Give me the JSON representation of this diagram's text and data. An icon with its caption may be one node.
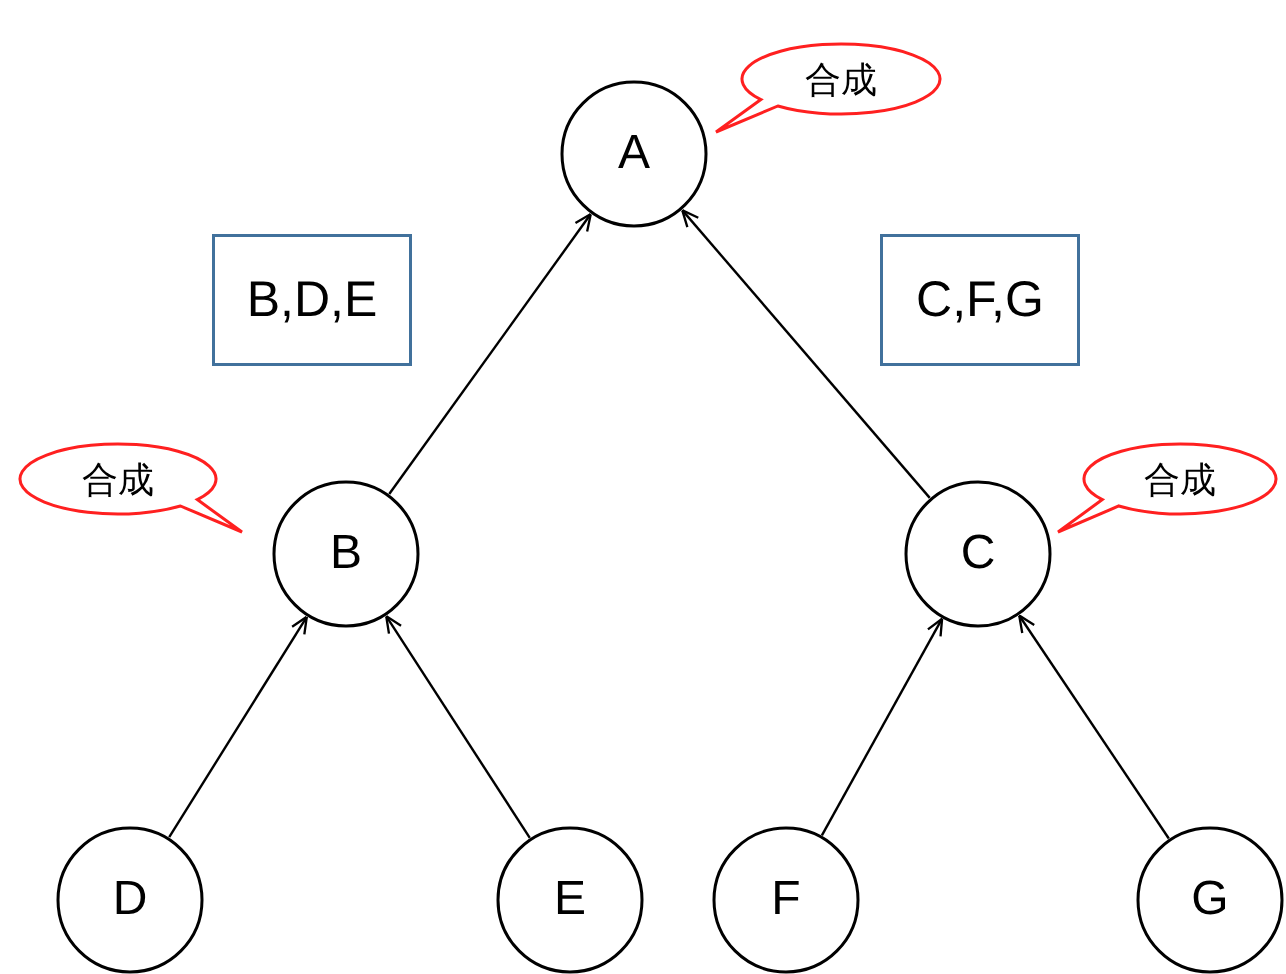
{
  "diagram": {
    "nodes": [
      {
        "text": [
          "合成"
        ]
      },
      {
        "text": [
          "A"
        ]
      },
      {
        "text": [
          "B,D,E"
        ]
      },
      {
        "text": [
          "C,F,G"
        ]
      },
      {
        "text": [
          "合成"
        ]
      },
      {
        "text": [
          "B"
        ]
      },
      {
        "text": [
          "C"
        ]
      },
      {
        "text": [
          "合成"
        ]
      },
      {
        "text": [
          "D"
        ]
      },
      {
        "text": [
          "E"
        ]
      },
      {
        "text": [
          "F"
        ]
      },
      {
        "text": [
          "G"
        ]
      }
    ],
    "edges": [
      {
        "from": 5,
        "to": 1,
        "arrow": "to"
      },
      {
        "from": 6,
        "to": 1,
        "arrow": "to"
      },
      {
        "from": 8,
        "to": 5,
        "arrow": "to"
      },
      {
        "from": 9,
        "to": 5,
        "arrow": "to"
      },
      {
        "from": 10,
        "to": 6,
        "arrow": "to"
      },
      {
        "from": 11,
        "to": 6,
        "arrow": "to"
      }
    ]
  }
}
